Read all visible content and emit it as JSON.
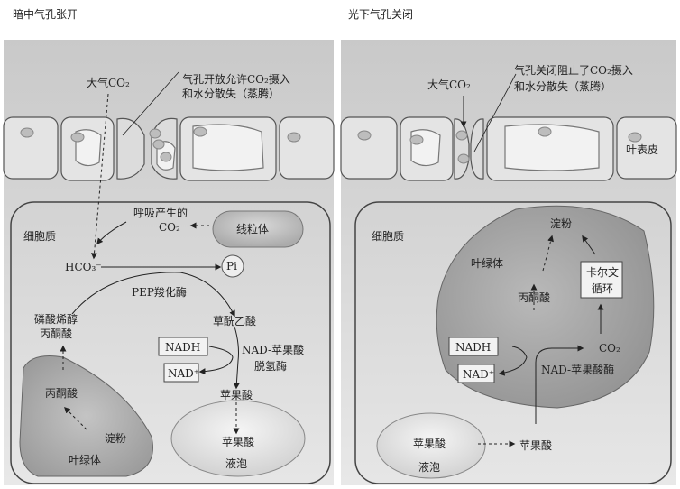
{
  "left": {
    "title": "暗中气孔张开",
    "atmos_co2": "大气CO₂",
    "stomata_note_1": "气孔开放允许CO₂摄入",
    "stomata_note_2": "和水分散失（蒸腾）",
    "cytoplasm": "细胞质",
    "resp_co2_1": "呼吸产生的",
    "resp_co2_2": "CO₂",
    "mitochondria": "线粒体",
    "hco3": "HCO₃⁻",
    "pi": "Pi",
    "pep_carboxylase": "PEP羧化酶",
    "oxaloacetate": "草酰乙酸",
    "nadh": "NADH",
    "nad": "NAD⁺",
    "mdh_1": "NAD-苹果酸",
    "mdh_2": "脱氢酶",
    "malate": "苹果酸",
    "pep_1": "磷酸烯醇",
    "pep_2": "丙酮酸",
    "pyruvate": "丙酮酸",
    "starch": "淀粉",
    "chloroplast": "叶绿体",
    "vac_malate": "苹果酸",
    "vacuole": "液泡"
  },
  "right": {
    "title": "光下气孔关闭",
    "atmos_co2": "大气CO₂",
    "stomata_note_1": "气孔关闭阻止了CO₂摄入",
    "stomata_note_2": "和水分散失（蒸腾）",
    "epidermis": "叶表皮",
    "cytoplasm": "细胞质",
    "chloroplast": "叶绿体",
    "starch": "淀粉",
    "pyruvate": "丙酮酸",
    "calvin_1": "卡尔文",
    "calvin_2": "循环",
    "nadh": "NADH",
    "nad": "NAD⁺",
    "co2": "CO₂",
    "malic_enzyme": "NAD-苹果酸酶",
    "vac_malate": "苹果酸",
    "cyto_malate": "苹果酸",
    "vacuole": "液泡"
  }
}
